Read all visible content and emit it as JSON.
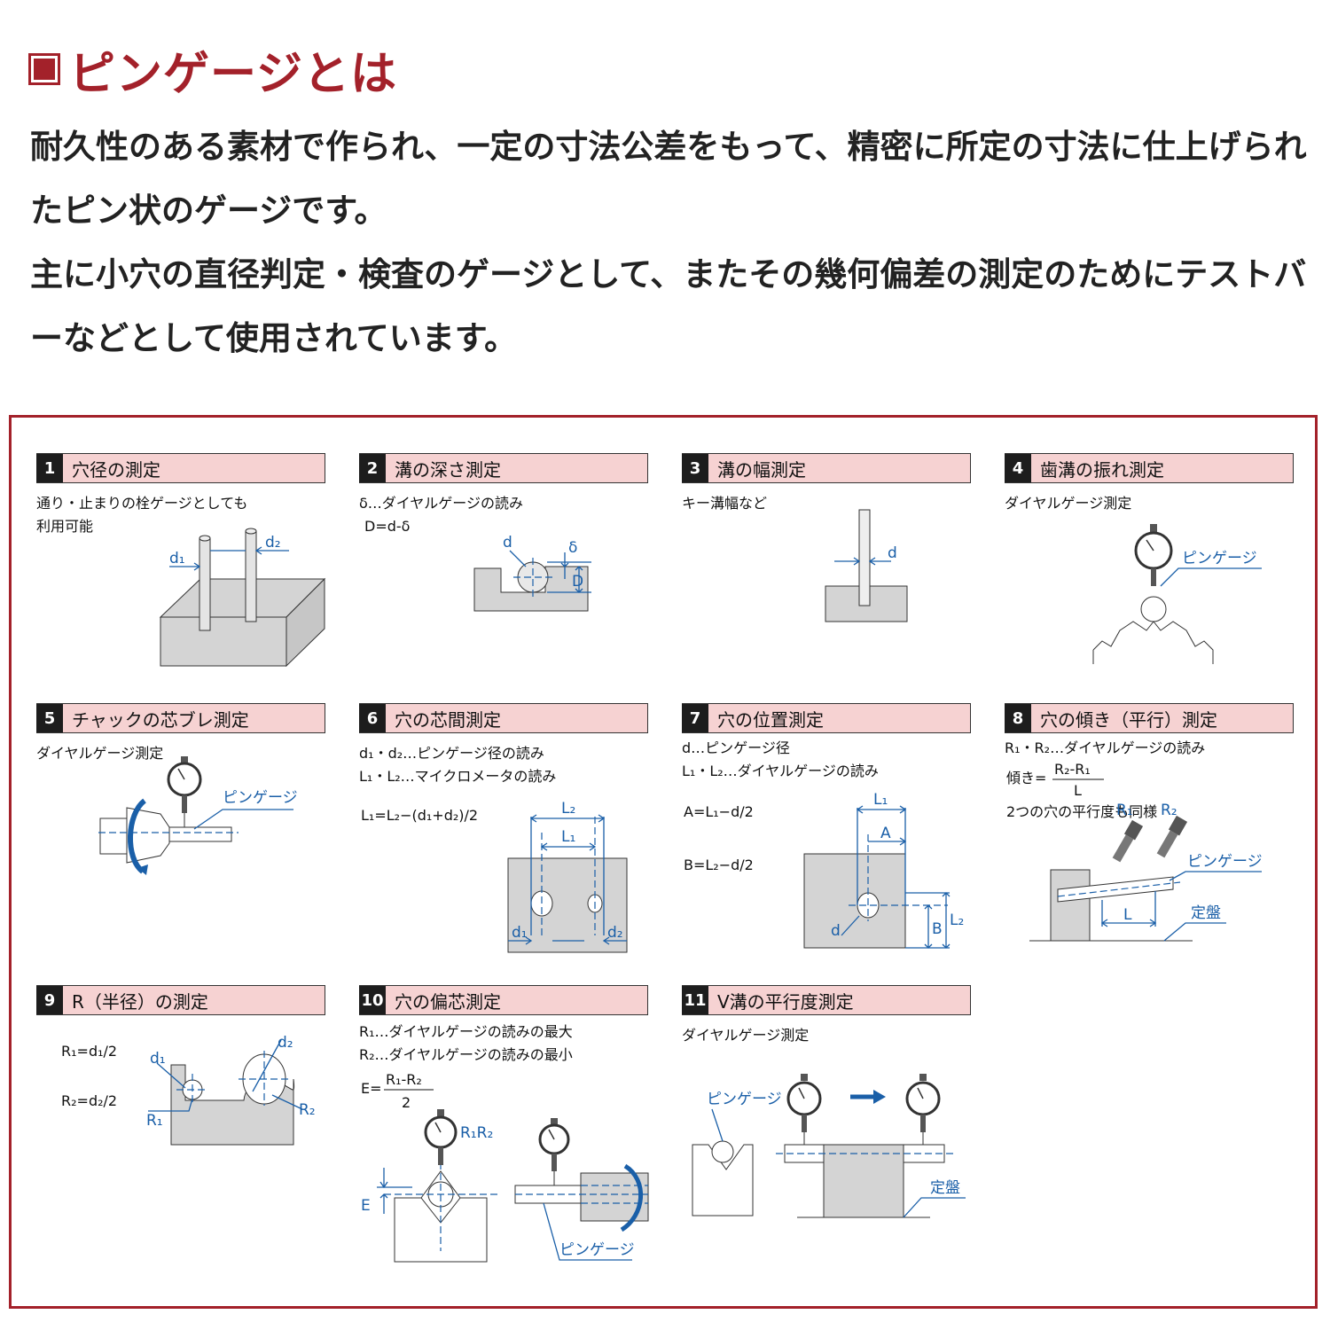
{
  "title": "ピンゲージとは",
  "intro": [
    "耐久性のある素材で作られ、一定の寸法公差をもって、精密に所定の寸法に仕上げられたピン状のゲージです。",
    "主に小穴の直径判定・検査のゲージとして、またその幾何偏差の測定のためにテストバーなどとして使用されています。"
  ],
  "panels": [
    {
      "num": "1",
      "title": "穴径の測定",
      "notes": [
        "通り・止まりの栓ゲージとしても",
        "利用可能"
      ]
    },
    {
      "num": "2",
      "title": "溝の深さ測定",
      "notes": [
        "δ…ダイヤルゲージの読み",
        "D=d-δ"
      ]
    },
    {
      "num": "3",
      "title": "溝の幅測定",
      "notes": [
        "キー溝幅など"
      ]
    },
    {
      "num": "4",
      "title": "歯溝の振れ測定",
      "notes": [
        "ダイヤルゲージ測定"
      ]
    },
    {
      "num": "5",
      "title": "チャックの芯ブレ測定",
      "notes": [
        "ダイヤルゲージ測定"
      ]
    },
    {
      "num": "6",
      "title": "穴の芯間測定",
      "notes": [
        "d₁・d₂…ピンゲージ径の読み",
        "L₁・L₂…マイクロメータの読み"
      ]
    },
    {
      "num": "7",
      "title": "穴の位置測定",
      "notes": [
        "d…ピンゲージ径",
        "L₁・L₂…ダイヤルゲージの読み"
      ]
    },
    {
      "num": "8",
      "title": "穴の傾き（平行）測定",
      "notes": [
        "R₁・R₂…ダイヤルゲージの読み"
      ]
    },
    {
      "num": "9",
      "title": "R（半径）の測定",
      "notes": []
    },
    {
      "num": "10",
      "title": "穴の偏芯測定",
      "notes": [
        "R₁…ダイヤルゲージの読みの最大",
        "R₂…ダイヤルゲージの読みの最小"
      ]
    },
    {
      "num": "11",
      "title": "V溝の平行度測定",
      "notes": [
        "ダイヤルゲージ測定"
      ]
    }
  ],
  "labels": {
    "d1": "d₁",
    "d2": "d₂",
    "d": "d",
    "delta": "δ",
    "D": "D",
    "L1": "L₁",
    "L2": "L₂",
    "A": "A",
    "B": "B",
    "L": "L",
    "E": "E",
    "R1": "R₁",
    "R2": "R₂",
    "R1R2": "R₁R₂",
    "pin_gauge": "ピンゲージ",
    "surface_plate": "定盤"
  },
  "formulas": {
    "p6": "L₁=L₂−(d₁+d₂)/2",
    "p7_A": "A=L₁−d/2",
    "p7_B": "B=L₂−d/2",
    "p8_prefix": "傾き=",
    "p8_num": "R₂-R₁",
    "p8_den": "L",
    "p8_note": "2つの穴の平行度も同様",
    "p9_R1": "R₁=d₁/2",
    "p9_R2": "R₂=d₂/2",
    "p10_prefix": "E=",
    "p10_num": "R₁-R₂",
    "p10_den": "2"
  },
  "colors": {
    "accent": "#a3212a",
    "header_bg": "#f6d2d2",
    "diagram_blue": "#1a5fa8",
    "block_gray": "#d4d4d4"
  }
}
